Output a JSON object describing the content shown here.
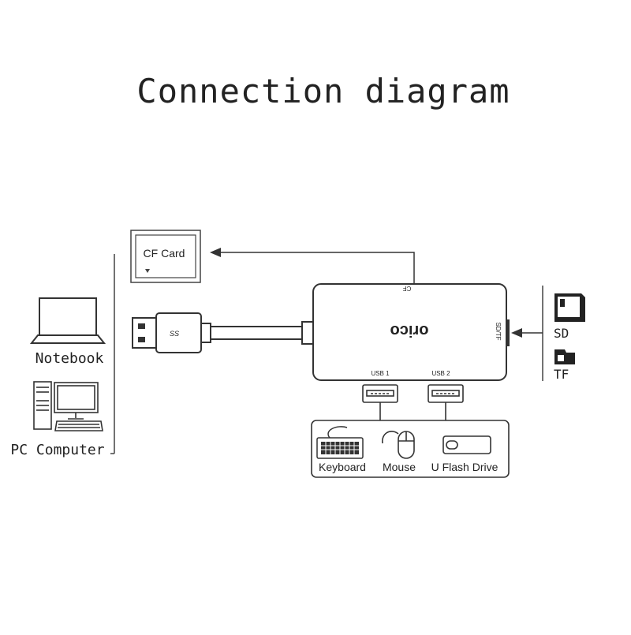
{
  "title": "Connection diagram",
  "hub": {
    "brand": "orico",
    "port_cf": "CF",
    "port_sdtf": "SD/TF",
    "usb1": "USB 1",
    "usb2": "USB 2"
  },
  "cf_card": {
    "label": "CF Card"
  },
  "hosts": {
    "notebook": "Notebook",
    "pc": "PC Computer"
  },
  "cards": {
    "sd": "SD",
    "tf": "TF"
  },
  "devices": {
    "keyboard": "Keyboard",
    "mouse": "Mouse",
    "flash": "U Flash Drive"
  },
  "colors": {
    "line": "#444444",
    "text": "#222222",
    "background": "#ffffff"
  }
}
